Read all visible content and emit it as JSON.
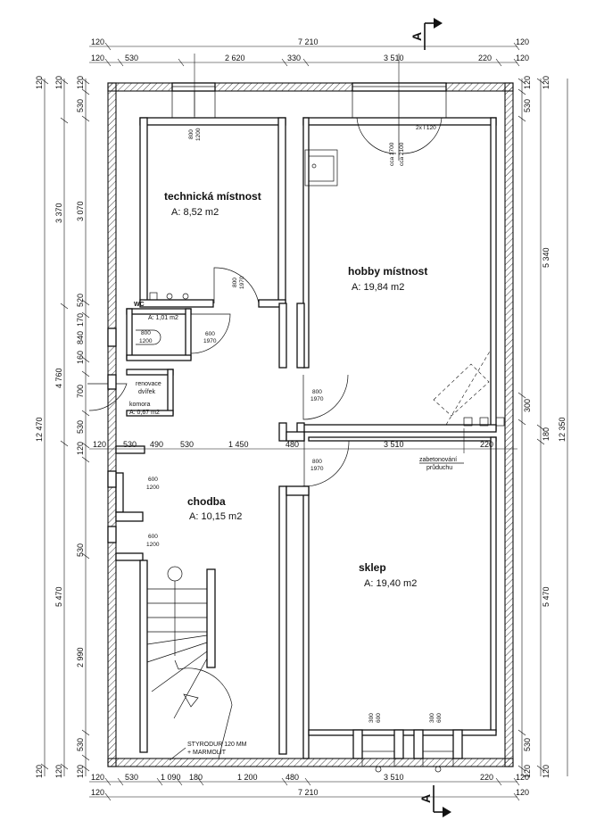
{
  "section_marks": {
    "top": "A",
    "bottom": "A"
  },
  "dims": {
    "top_total": "7 210",
    "top_row": [
      "120",
      "530",
      "2 620",
      "330",
      "3 510",
      "220",
      "120"
    ],
    "mid_row": [
      "120",
      "530",
      "490",
      "530",
      "1 450",
      "480",
      "3 510",
      "220"
    ],
    "bottom_row": [
      "120",
      "530",
      "1 090",
      "180",
      "1 200",
      "480",
      "3 510",
      "220",
      "120"
    ],
    "bottom_total": "7 210",
    "left_total": "12 470",
    "left_outer": [
      "120",
      "3 370",
      "4 760",
      "5 470",
      "120"
    ],
    "left_inner": [
      "120",
      "530",
      "3 070",
      "520",
      "170",
      "840",
      "160",
      "700",
      "530",
      "120",
      "530",
      "2 990",
      "530",
      "120"
    ],
    "right_total": "12 350",
    "right_outer": [
      "120",
      "5 340",
      "180",
      "5 470",
      "120"
    ],
    "right_inner": [
      "120",
      "530",
      "300",
      "530",
      "120"
    ]
  },
  "rooms": {
    "technicka": {
      "name": "technická místnost",
      "area": "A: 8,52 m2"
    },
    "hobby": {
      "name": "hobby místnost",
      "area": "A: 19,84 m2"
    },
    "chodba": {
      "name": "chodba",
      "area": "A: 10,15 m2"
    },
    "sklep": {
      "name": "sklep",
      "area": "A: 19,40 m2"
    },
    "wc": {
      "name": "WC",
      "area": "A: 1,01 m2"
    },
    "komora": {
      "name": "komora",
      "area": "A: 0,67 m2"
    }
  },
  "openings": {
    "tech_window": [
      "800",
      "1200"
    ],
    "hobby_window": [
      "2x l 120"
    ],
    "hobby_window_levels": [
      "cca 1700",
      "cca 2100"
    ],
    "tech_door": [
      "800",
      "1970"
    ],
    "wc_window": [
      "800",
      "1200"
    ],
    "wc_door": [
      "600",
      "1970"
    ],
    "hobby_door": [
      "800",
      "1970"
    ],
    "sklep_door": [
      "800",
      "1970"
    ],
    "chodba_window_1": [
      "600",
      "1200"
    ],
    "chodba_window_2": [
      "600",
      "1200"
    ],
    "sklep_window_1": [
      "300",
      "600"
    ],
    "sklep_window_2": [
      "300",
      "600"
    ]
  },
  "notes": {
    "renovace": [
      "renovace",
      "dvířek"
    ],
    "zabetonovani": [
      "zabetonování",
      "průduchu"
    ],
    "styrodur": [
      "STYRODUR 120 MM",
      "+ MARMOLIT"
    ]
  }
}
